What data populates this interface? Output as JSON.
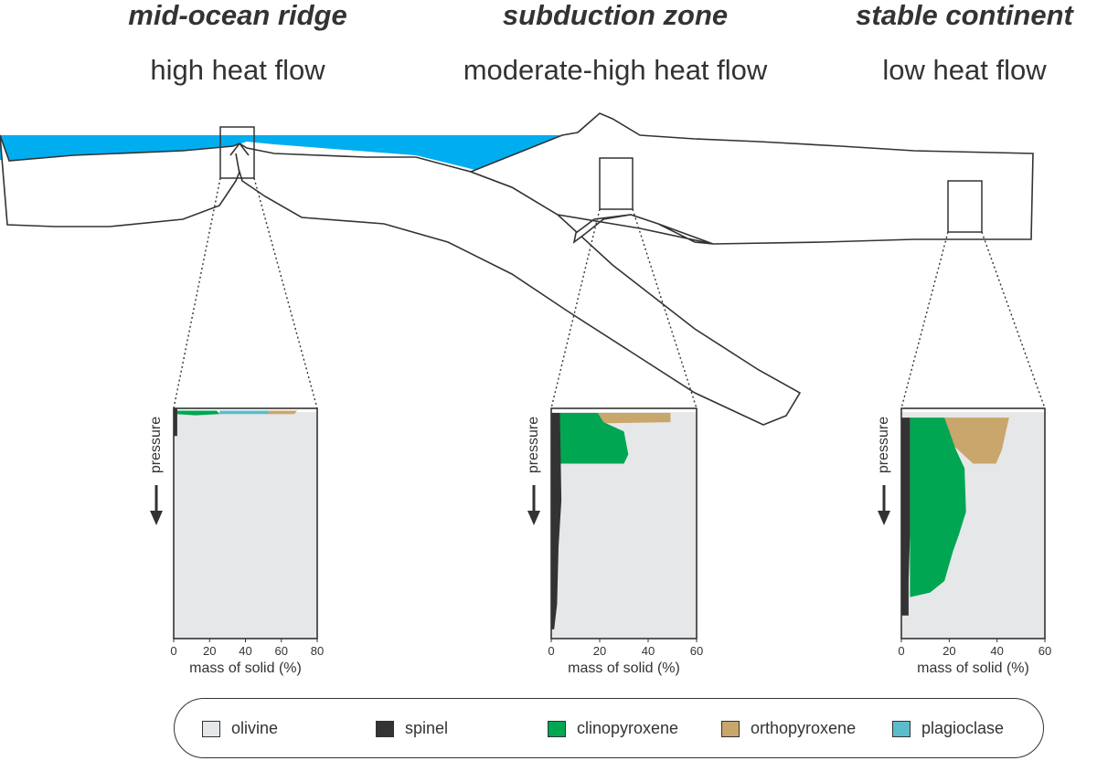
{
  "settings": [
    {
      "name": "mid-ocean ridge",
      "heat_flow": "high heat flow"
    },
    {
      "name": "subduction zone",
      "heat_flow": "moderate-high heat flow"
    },
    {
      "name": "stable continent",
      "heat_flow": "low heat flow"
    }
  ],
  "colors": {
    "olivine": "#e6e7e8",
    "spinel": "#333333",
    "clinopyroxene": "#00a651",
    "orthopyroxene": "#c9a66b",
    "plagioclase": "#5bbccc",
    "ocean": "#00aeef",
    "outline": "#333333"
  },
  "legend": [
    {
      "label": "olivine",
      "color": "#e6e7e8"
    },
    {
      "label": "spinel",
      "color": "#333333"
    },
    {
      "label": "clinopyroxene",
      "color": "#00a651"
    },
    {
      "label": "orthopyroxene",
      "color": "#c9a66b"
    },
    {
      "label": "plagioclase",
      "color": "#5bbccc"
    }
  ],
  "chart_data": [
    {
      "type": "area",
      "setting": "mid-ocean ridge",
      "ylabel": "pressure",
      "xlabel": "mass of solid (%)",
      "xlim": [
        0,
        80
      ],
      "x_ticks": [
        "0",
        "20",
        "40",
        "60",
        "80"
      ]
    },
    {
      "type": "area",
      "setting": "subduction zone",
      "ylabel": "pressure",
      "xlabel": "mass of solid (%)",
      "xlim": [
        0,
        60
      ],
      "x_ticks": [
        "0",
        "20",
        "40",
        "60"
      ]
    },
    {
      "type": "area",
      "setting": "stable continent",
      "ylabel": "pressure",
      "xlabel": "mass of solid (%)",
      "xlim": [
        0,
        60
      ],
      "x_ticks": [
        "0",
        "20",
        "40",
        "60"
      ]
    }
  ]
}
